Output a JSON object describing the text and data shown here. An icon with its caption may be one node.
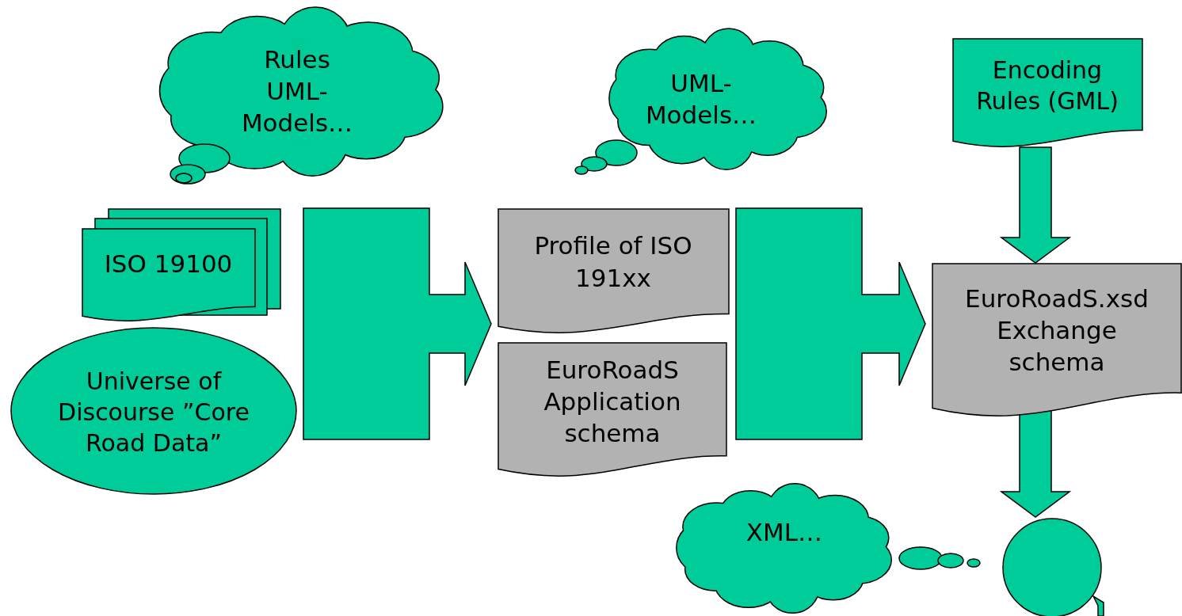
{
  "diagram": {
    "nodes": [
      {
        "text": [
          "Rules UML- Models…"
        ]
      },
      {
        "text": [
          "ISO 19100"
        ]
      },
      {
        "text": [
          "Universe of Discourse ”Core Road Data”"
        ]
      },
      {
        "text": [
          "UML- Models…"
        ]
      },
      {
        "text": [
          "Profile of ISO 191xx"
        ]
      },
      {
        "text": [
          "EuroRoadS Application schema"
        ]
      },
      {
        "text": [
          "Encoding Rules (GML)"
        ]
      },
      {
        "text": [
          "EuroRoadS.xsd Exchange schema"
        ]
      },
      {
        "text": [
          "XML…"
        ]
      },
      {
        "text": [],
        "shape": "circle"
      }
    ],
    "edges": [
      {
        "from": 1,
        "to": 4,
        "arrow": "to",
        "style": "thick"
      },
      {
        "from": 1,
        "to": 5,
        "arrow": "to",
        "style": "thick"
      },
      {
        "from": 2,
        "to": 4,
        "arrow": "to",
        "style": "thick"
      },
      {
        "from": 2,
        "to": 5,
        "arrow": "to",
        "style": "thick"
      },
      {
        "from": 4,
        "to": 7,
        "arrow": "to",
        "style": "thick"
      },
      {
        "from": 5,
        "to": 7,
        "arrow": "to",
        "style": "thick"
      },
      {
        "from": 6,
        "to": 7,
        "arrow": "to",
        "style": "thick"
      },
      {
        "from": 7,
        "to": 9,
        "arrow": "to",
        "style": "thick"
      }
    ]
  }
}
